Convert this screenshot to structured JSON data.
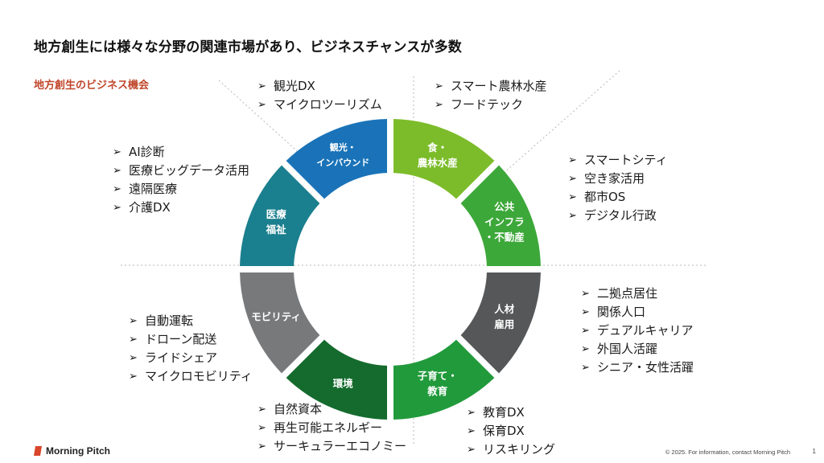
{
  "title": "地方創生には様々な分野の関連市場があり、ビジネスチャンスが多数",
  "section_label": "地方創生のビジネス機会",
  "segments": [
    {
      "id": "kanko",
      "lines": [
        "観光・",
        "インバウンド"
      ],
      "color": "#1a73b8",
      "items": [
        "観光DX",
        "マイクロツーリズム"
      ]
    },
    {
      "id": "shoku",
      "lines": [
        "食・",
        "農林水産"
      ],
      "color": "#7cbc2a",
      "items": [
        "スマート農林水産",
        "フードテック"
      ]
    },
    {
      "id": "kokyo",
      "lines": [
        "公共",
        "インフラ",
        "・不動産"
      ],
      "color": "#3da83a",
      "items": [
        "スマートシティ",
        "空き家活用",
        "都市OS",
        "デジタル行政"
      ]
    },
    {
      "id": "jinzai",
      "lines": [
        "人材",
        "雇用"
      ],
      "color": "#555759",
      "items": [
        "二拠点居住",
        "関係人口",
        "デュアルキャリア",
        "外国人活躍",
        "シニア・女性活躍"
      ]
    },
    {
      "id": "kosodate",
      "lines": [
        "子育て・",
        "教育"
      ],
      "color": "#219a3b",
      "items": [
        "教育DX",
        "保育DX",
        "リスキリング"
      ]
    },
    {
      "id": "kankyo",
      "lines": [
        "環境"
      ],
      "color": "#146b2d",
      "items": [
        "自然資本",
        "再生可能エネルギー",
        "サーキュラーエコノミー"
      ]
    },
    {
      "id": "mobility",
      "lines": [
        "モビリティ"
      ],
      "color": "#77797b",
      "items": [
        "自動運転",
        "ドローン配送",
        "ライドシェア",
        "マイクロモビリティ"
      ]
    },
    {
      "id": "iryo",
      "lines": [
        "医療",
        "福祉"
      ],
      "color": "#1a7f8e",
      "items": [
        "AI診断",
        "医療ビッグデータ活用",
        "遠隔医療",
        "介護DX"
      ]
    }
  ],
  "logo_text": "Morning Pitch",
  "footer": "© 2025. For information, contact Morning Pitch",
  "page_number": "1"
}
